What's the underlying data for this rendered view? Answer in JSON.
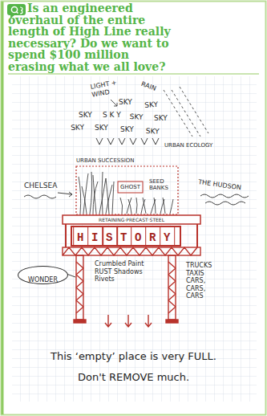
{
  "diagram": {
    "title": "Is an engineered overhaul of the entire length of High Line really necessary? Do we want to spend $100 million erasing what we all love?",
    "nodes": [
      {
        "text": [
          "HISTORY"
        ]
      },
      {
        "text": [
          "WONDER"
        ]
      }
    ],
    "labels": [
      "LIGHT + WIND",
      "RAIN",
      "SKY",
      "SKY",
      "SKY",
      "S K Y",
      "SKY",
      "SKY",
      "SKY",
      "SKY",
      "SKY",
      "SKY",
      "URBAN ECOLOGY",
      "URBAN SUCCESSION",
      "CHELSEA",
      "GHOST",
      "SEED BANKS",
      "THE HUDSON",
      "RETAINING·PRECAST·STEEL",
      "Crumbled Paint RUST Shadows Rivets",
      "TRUCKS TAXIS CARS, CARS, CARS",
      "This ‘empty’ place is very FULL.",
      "Don't REMOVE much."
    ]
  }
}
